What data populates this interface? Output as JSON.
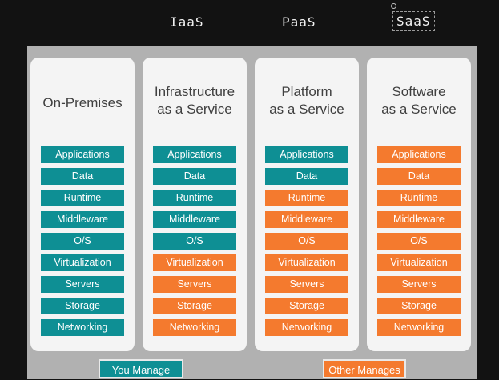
{
  "annotations": [
    "IaaS",
    "PaaS",
    "SaaS"
  ],
  "colors": {
    "you_manage": "#0e8f94",
    "other_manages": "#f47a2e"
  },
  "columns": [
    {
      "title": "On-Premises",
      "layers": [
        {
          "label": "Applications",
          "managed_by": "you"
        },
        {
          "label": "Data",
          "managed_by": "you"
        },
        {
          "label": "Runtime",
          "managed_by": "you"
        },
        {
          "label": "Middleware",
          "managed_by": "you"
        },
        {
          "label": "O/S",
          "managed_by": "you"
        },
        {
          "label": "Virtualization",
          "managed_by": "you"
        },
        {
          "label": "Servers",
          "managed_by": "you"
        },
        {
          "label": "Storage",
          "managed_by": "you"
        },
        {
          "label": "Networking",
          "managed_by": "you"
        }
      ]
    },
    {
      "title": "Infrastructure\nas a Service",
      "layers": [
        {
          "label": "Applications",
          "managed_by": "you"
        },
        {
          "label": "Data",
          "managed_by": "you"
        },
        {
          "label": "Runtime",
          "managed_by": "you"
        },
        {
          "label": "Middleware",
          "managed_by": "you"
        },
        {
          "label": "O/S",
          "managed_by": "you"
        },
        {
          "label": "Virtualization",
          "managed_by": "other"
        },
        {
          "label": "Servers",
          "managed_by": "other"
        },
        {
          "label": "Storage",
          "managed_by": "other"
        },
        {
          "label": "Networking",
          "managed_by": "other"
        }
      ]
    },
    {
      "title": "Platform\nas a Service",
      "layers": [
        {
          "label": "Applications",
          "managed_by": "you"
        },
        {
          "label": "Data",
          "managed_by": "you"
        },
        {
          "label": "Runtime",
          "managed_by": "other"
        },
        {
          "label": "Middleware",
          "managed_by": "other"
        },
        {
          "label": "O/S",
          "managed_by": "other"
        },
        {
          "label": "Virtualization",
          "managed_by": "other"
        },
        {
          "label": "Servers",
          "managed_by": "other"
        },
        {
          "label": "Storage",
          "managed_by": "other"
        },
        {
          "label": "Networking",
          "managed_by": "other"
        }
      ]
    },
    {
      "title": "Software\nas a Service",
      "layers": [
        {
          "label": "Applications",
          "managed_by": "other"
        },
        {
          "label": "Data",
          "managed_by": "other"
        },
        {
          "label": "Runtime",
          "managed_by": "other"
        },
        {
          "label": "Middleware",
          "managed_by": "other"
        },
        {
          "label": "O/S",
          "managed_by": "other"
        },
        {
          "label": "Virtualization",
          "managed_by": "other"
        },
        {
          "label": "Servers",
          "managed_by": "other"
        },
        {
          "label": "Storage",
          "managed_by": "other"
        },
        {
          "label": "Networking",
          "managed_by": "other"
        }
      ]
    }
  ],
  "legend": {
    "you_manage": "You Manage",
    "other_manages": "Other Manages"
  }
}
